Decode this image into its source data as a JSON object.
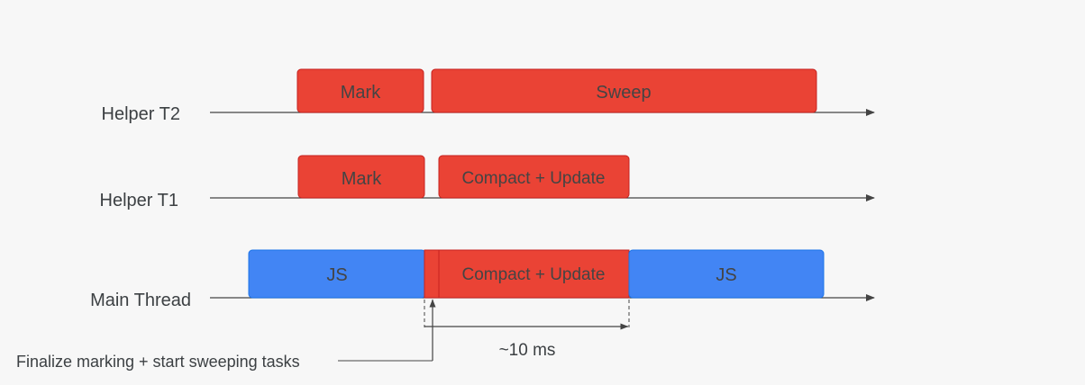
{
  "lanes": {
    "helper_t2": {
      "label": "Helper T2",
      "blocks": [
        {
          "label": "Mark",
          "kind": "gc"
        },
        {
          "label": "Sweep",
          "kind": "gc"
        }
      ]
    },
    "helper_t1": {
      "label": "Helper T1",
      "blocks": [
        {
          "label": "Mark",
          "kind": "gc"
        },
        {
          "label": "Compact + Update",
          "kind": "gc"
        }
      ]
    },
    "main_thread": {
      "label": "Main Thread",
      "blocks": [
        {
          "label": "JS",
          "kind": "js"
        },
        {
          "label": "",
          "kind": "gc"
        },
        {
          "label": "Compact + Update",
          "kind": "gc"
        },
        {
          "label": "JS",
          "kind": "js"
        }
      ]
    }
  },
  "annotations": {
    "finalize": "Finalize marking + start sweeping tasks",
    "duration": "~10 ms"
  },
  "colors": {
    "gc": "#ea4335",
    "js": "#4285f4",
    "line": "#444444",
    "text": "#3c4043"
  }
}
